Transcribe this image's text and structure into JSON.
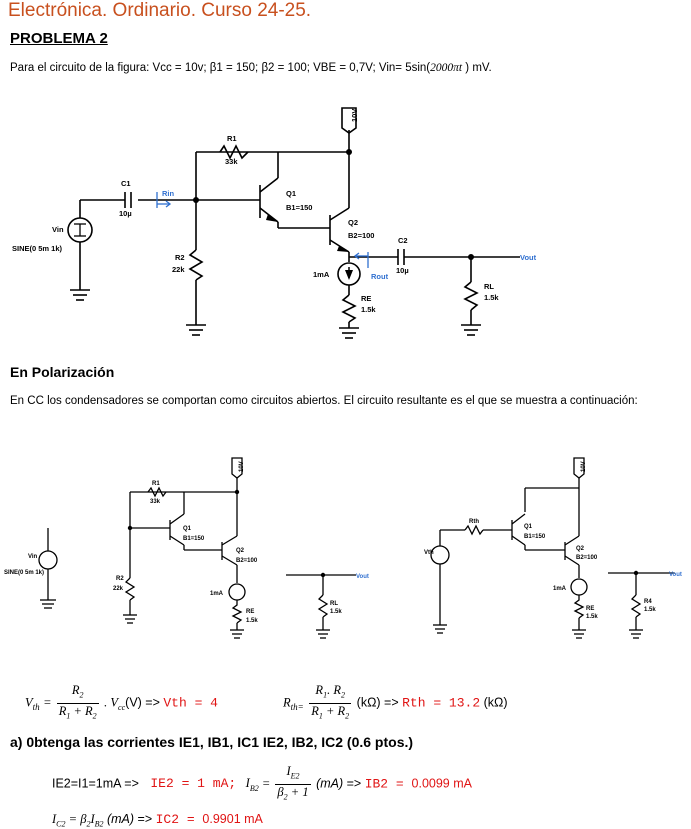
{
  "header": {
    "title": "Electrónica. Ordinario. Curso 24-25.",
    "problem": "PROBLEMA 2"
  },
  "statement": {
    "prefix": "Para el circuito de la figura: Vcc = 10v;  β1 = 150;   β2 = 100;   VBE = 0,7V;  Vin= 5sin(",
    "arg": "2000πt",
    "suffix": " ) mV."
  },
  "circuit1": {
    "vcc": "10V",
    "r1_name": "R1",
    "r1_val": "33k",
    "c1_name": "C1",
    "c1_val": "10µ",
    "rin": "Rin",
    "vin": "Vin",
    "source": "SINE(0 5m 1k)",
    "q1": "Q1",
    "b1": "B1=150",
    "q2": "Q2",
    "b2": "B2=100",
    "r2_name": "R2",
    "r2_val": "22k",
    "c2_name": "C2",
    "c2_val": "10µ",
    "vout": "Vout",
    "isrc": "1mA",
    "rout": "Rout",
    "rl_name": "RL",
    "rl_val": "1.5k",
    "re_name": "RE",
    "re_val": "1.5k"
  },
  "section_pol": {
    "heading": "En Polarización",
    "text": "En CC los condensadores se comportan como circuitos abiertos. El circuito resultante es el que se muestra a continuación:"
  },
  "circuit2": {
    "vcc": "10V",
    "r1": "R1",
    "r1v": "33k",
    "q1": "Q1",
    "b1": "B1=150",
    "q2": "Q2",
    "b2": "B2=100",
    "r2": "R2",
    "r2v": "22k",
    "isrc": "1mA",
    "re": "RE",
    "rev": "1.5k",
    "vin": "Vin",
    "source": "SINE(0 5m 1k)",
    "vout": "Vout",
    "rl": "RL",
    "rlv": "1.5k"
  },
  "circuit3": {
    "vcc": "10V",
    "rth": "Rth",
    "vth": "Vth",
    "q1": "Q1",
    "b1": "B1=150",
    "q2": "Q2",
    "b2": "B2=100",
    "isrc": "1mA",
    "re": "RE",
    "rev": "1.5k",
    "vout": "Vout",
    "r4": "R4",
    "r4v": "1.5k"
  },
  "formulas": {
    "vth_lhs": "V",
    "vth_sub": "th",
    "r2": "R",
    "sub2": "2",
    "r1r2": "R",
    "sub1": "1",
    "plus": " + R",
    "vcc_prefix": ". V",
    "vcc_sub": "cc",
    "vth_unit": "(V) => ",
    "vth_result": "Vth = 4",
    "rth_lhs": "R",
    "rth_sub": "th=",
    "rth_num": "R",
    "rth_num_mid": ". R",
    "rth_unit": " (kΩ) => ",
    "rth_result": "Rth = 13.2",
    "rth_unit2": " (kΩ)"
  },
  "question_a": {
    "label": "a)  0btenga las corrientes IE1, IB1, IC1 IE2, IB2, IC2 (0.6 ptos.)",
    "ie2_text": "IE2=I1=1mA  =>",
    "ie2_result": "IE2 = 1 mA;",
    "ib2_lhs": "I",
    "ib2_sub": "B2",
    "ib2_num": "I",
    "ib2_num_sub": "E2",
    "ib2_den": "β",
    "ib2_den_sub": "2",
    "ib2_den_tail": " + 1",
    "ma_unit": "(mA)",
    "ib2_arrow": " => ",
    "ib2_result": "IB2 = ",
    "ib2_value": "0.0099 mA",
    "ic2_lhs": "I",
    "ic2_sub": "C2",
    "ic2_rhs_b": "β",
    "ic2_rhs_b_sub": "2",
    "ic2_rhs_i": "I",
    "ic2_rhs_i_sub": "B2",
    "ic2_result": "IC2 = ",
    "ic2_value": "0.9901 mA"
  }
}
